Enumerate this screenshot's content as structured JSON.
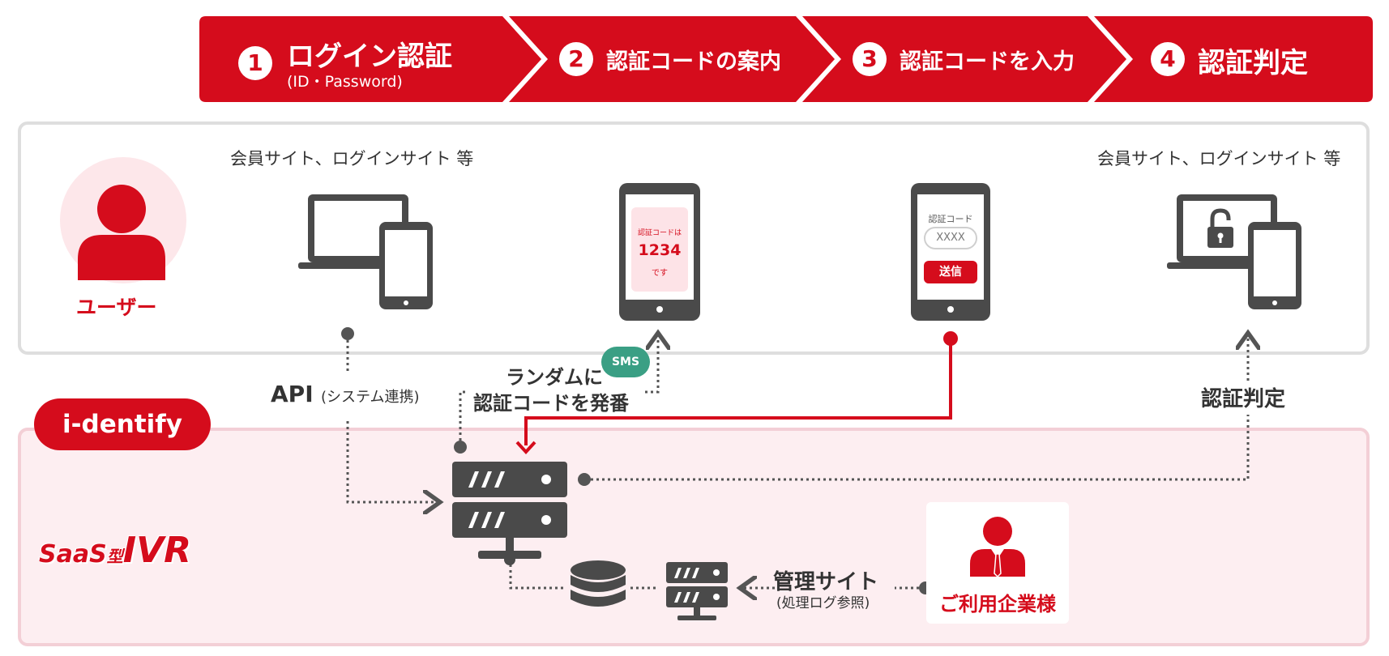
{
  "steps": [
    {
      "num": "1",
      "label": "ログイン認証",
      "sub": "(ID・Password)"
    },
    {
      "num": "2",
      "label": "認証コードの案内"
    },
    {
      "num": "3",
      "label": "認証コードを入力"
    },
    {
      "num": "4",
      "label": "認証判定"
    }
  ],
  "user": {
    "label": "ユーザー",
    "site_left": "会員サイト、ログインサイト 等",
    "site_right": "会員サイト、ログインサイト 等"
  },
  "phone_code": {
    "line1": "認証コードは",
    "code": "1234",
    "line3": "です"
  },
  "phone_input": {
    "label": "認証コード",
    "placeholder": "XXXX",
    "send": "送信"
  },
  "flow": {
    "api": "API",
    "api_sub": "(システム連携)",
    "sms": "SMS",
    "random_1": "ランダムに",
    "random_2": "認証コードを発番",
    "judge": "認証判定"
  },
  "identify": {
    "badge": "i-dentify",
    "saas": "SaaS",
    "saas_type": "型",
    "ivr": "IVR"
  },
  "admin": {
    "title": "管理サイト",
    "sub": "(処理ログ参照)"
  },
  "corp": {
    "label": "ご利用企業様"
  },
  "colors": {
    "brand_red": "#d50c1c",
    "device_gray": "#4a4a4a",
    "sms_green": "#3a9f84",
    "pink_bg": "#fdeef1"
  }
}
